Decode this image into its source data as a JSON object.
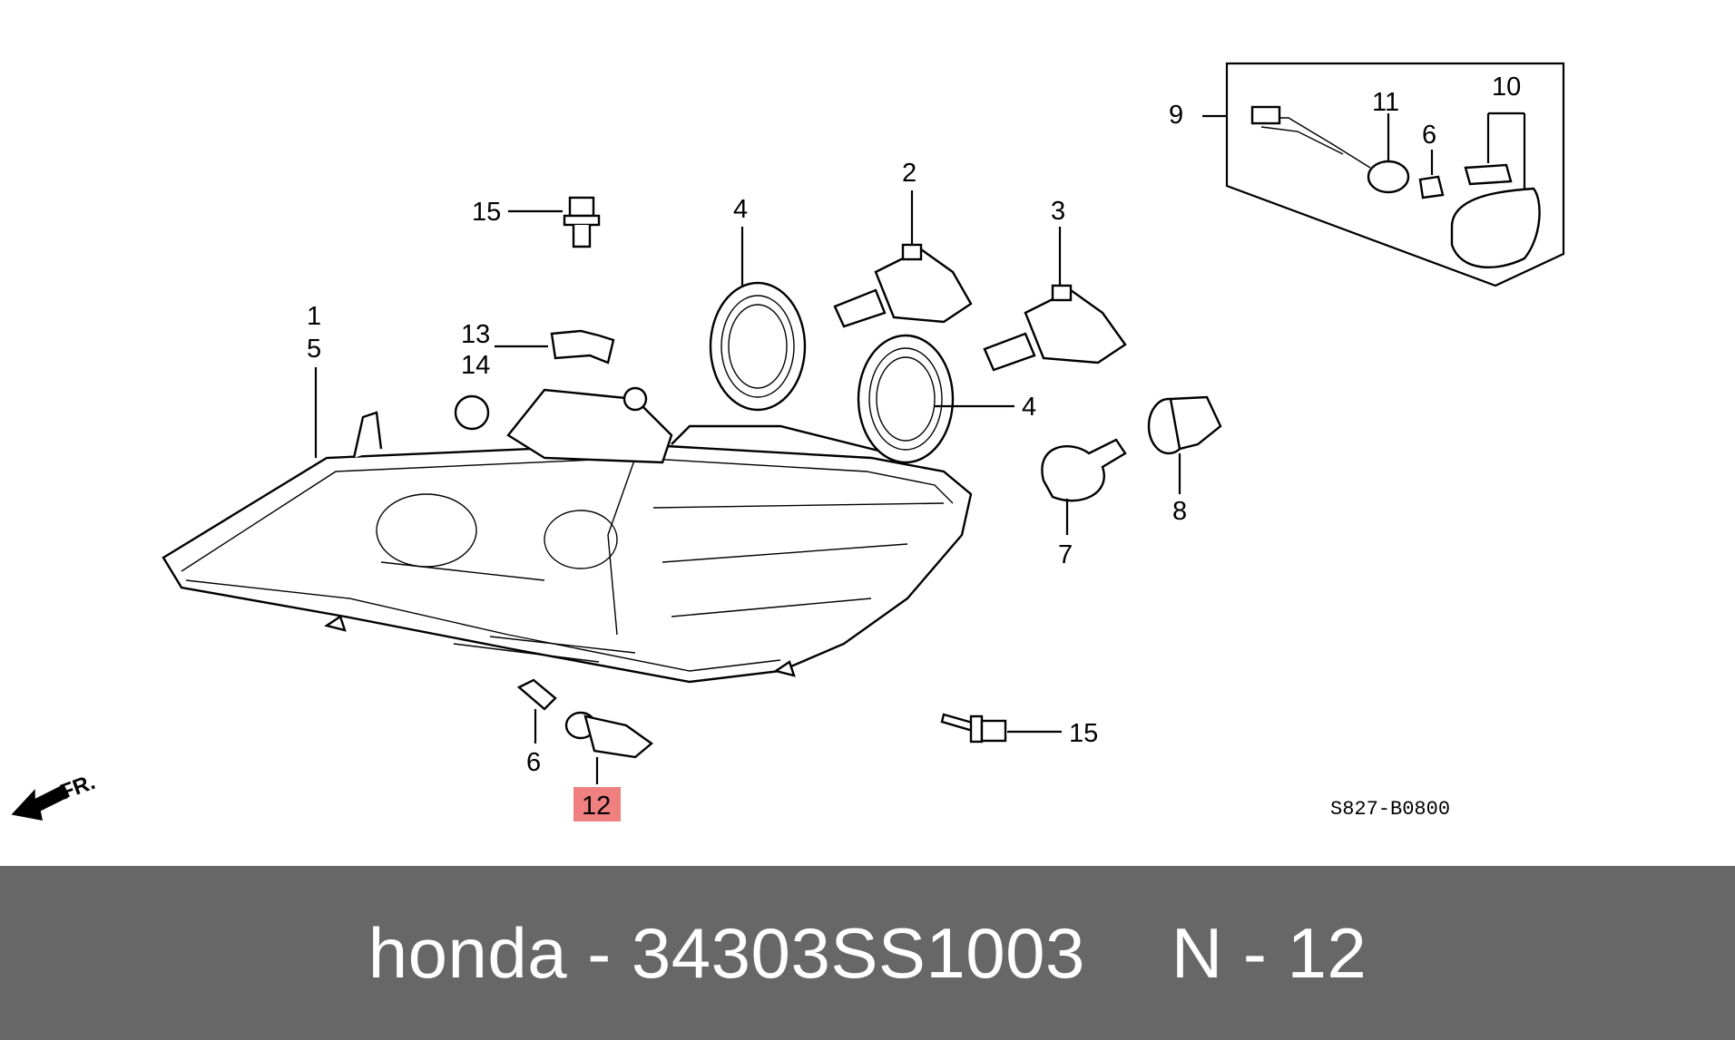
{
  "diagram": {
    "callouts": {
      "c1": "1",
      "c5": "5",
      "c2": "2",
      "c3": "3",
      "c4a": "4",
      "c4b": "4",
      "c6a": "6",
      "c6b": "6",
      "c7": "7",
      "c8": "8",
      "c9": "9",
      "c10": "10",
      "c11": "11",
      "c12": "12",
      "c13": "13",
      "c14": "14",
      "c15a": "15",
      "c15b": "15"
    },
    "highlighted_callout": "12",
    "highlight_color": "#f08080",
    "front_label": "FR.",
    "reference_code": "S827-B0800"
  },
  "caption": {
    "part_text": "honda - 34303SS1003",
    "position_text": "N - 12",
    "background_color": "#676767",
    "text_color": "#ffffff"
  }
}
